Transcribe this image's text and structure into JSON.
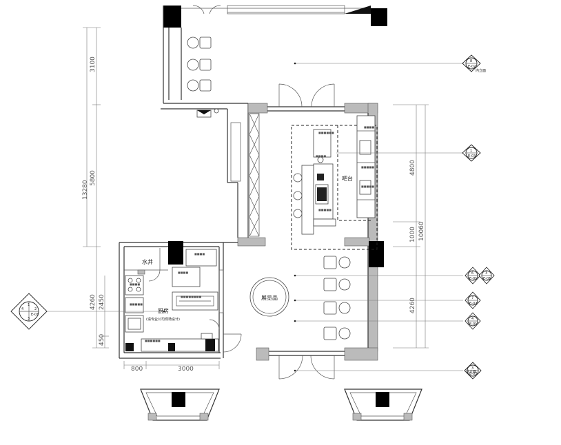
{
  "rooms": {
    "water_well": "水井",
    "kitchen": "厨房",
    "kitchen_note": "(请专业公司现场设计)",
    "bar": "吧台",
    "display_table": "展览品"
  },
  "dimensions": {
    "left_total": "13280",
    "left_top": "3100",
    "left_mid": "5800",
    "left_bottom": "4260",
    "right_top": "4800",
    "right_mid": "1000",
    "right_total": "10060",
    "right_bottom": "4260",
    "bottom_left": "800",
    "bottom_right": "3000",
    "kitchen_inner_a": "2450",
    "kitchen_inner_b": "450"
  },
  "callouts": {
    "top_right": {
      "num": "8",
      "sheet": "E-02",
      "label": "内立面"
    },
    "bar_elev": {
      "num": "1",
      "sheet": "E-03"
    },
    "pair_left": {
      "num": "6",
      "sheet": "E-01"
    },
    "pair_right": {
      "num": "3",
      "sheet": "E-01"
    },
    "elev_7": {
      "num": "7",
      "sheet": "E-02"
    },
    "elev_4": {
      "num": "4",
      "sheet": "E-01"
    },
    "bottom_right": {
      "num": "3",
      "sheet": "E-03",
      "label": "外立面"
    },
    "compass": {
      "n1": "1",
      "n2": "2",
      "n3": "3",
      "n4": "4",
      "sheet": "E-01"
    }
  },
  "colors": {
    "wall": "#333333",
    "column": "#000000",
    "pier": "#bbbbbb"
  }
}
